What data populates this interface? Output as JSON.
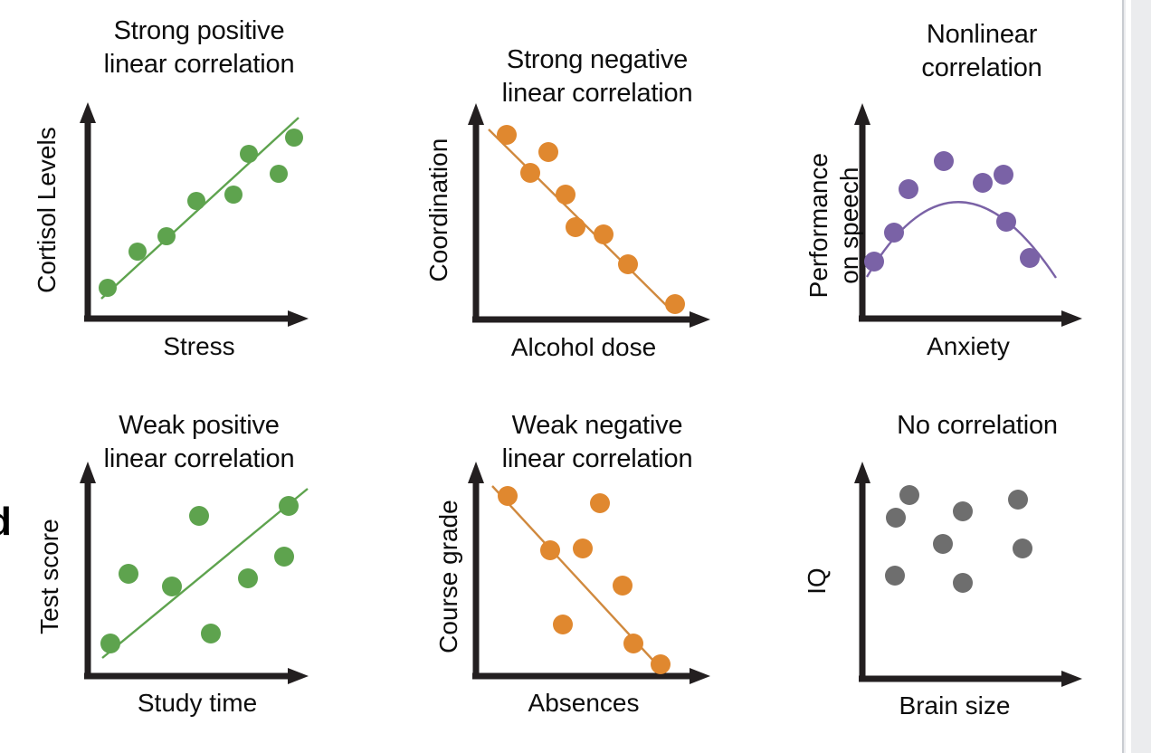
{
  "figure": {
    "background_color": "#ffffff",
    "axis_color": "#231f20",
    "stray_text": "d"
  },
  "colors": {
    "green": "#5ea34e",
    "orange": "#e0882f",
    "purple": "#7a62a6",
    "gray": "#6e6e6e",
    "axis": "#231f20"
  },
  "chart_data": [
    {
      "type": "scatter",
      "title": "Strong positive\nlinear correlation",
      "xlabel": "Stress",
      "ylabel": "Cortisol Levels",
      "point_color": "#5ea34e",
      "trend": "linear-positive",
      "trendline": {
        "x1": 0.06,
        "y1": 0.06,
        "x2": 0.99,
        "y2": 0.94
      },
      "x": [
        0.09,
        0.24,
        0.38,
        0.52,
        0.64,
        0.73,
        0.82,
        0.93
      ],
      "y": [
        0.12,
        0.26,
        0.38,
        0.48,
        0.55,
        0.7,
        0.62,
        0.8
      ],
      "xlim": [
        0,
        1
      ],
      "ylim": [
        0,
        1
      ],
      "grid": false
    },
    {
      "type": "scatter",
      "title": "Strong negative\nlinear correlation",
      "xlabel": "Alcohol dose",
      "ylabel": "Coordination",
      "point_color": "#e0882f",
      "trend": "linear-negative",
      "trendline": {
        "x1": 0.05,
        "y1": 0.96,
        "x2": 0.94,
        "y2": 0.06
      },
      "x": [
        0.1,
        0.26,
        0.18,
        0.33,
        0.36,
        0.47,
        0.56,
        0.72
      ],
      "y": [
        0.92,
        0.84,
        0.74,
        0.64,
        0.52,
        0.49,
        0.36,
        0.13
      ],
      "xlim": [
        0,
        1
      ],
      "ylim": [
        0,
        1
      ],
      "grid": false
    },
    {
      "type": "scatter",
      "title": "Nonlinear\ncorrelation",
      "xlabel": "Anxiety",
      "ylabel": "Performance\non speech",
      "point_color": "#7a62a6",
      "trend": "quadratic-inverted-u",
      "x": [
        0.06,
        0.17,
        0.26,
        0.42,
        0.56,
        0.69,
        0.77,
        0.92
      ],
      "y": [
        0.28,
        0.42,
        0.63,
        0.78,
        0.66,
        0.7,
        0.47,
        0.29
      ],
      "xlim": [
        0,
        1
      ],
      "ylim": [
        0,
        1
      ],
      "grid": false
    },
    {
      "type": "scatter",
      "title": "Weak positive\nlinear correlation",
      "xlabel": "Study time",
      "ylabel": "Test score",
      "point_color": "#5ea34e",
      "trend": "linear-positive",
      "trendline": {
        "x1": 0.03,
        "y1": 0.08,
        "x2": 0.98,
        "y2": 0.95
      },
      "x": [
        0.08,
        0.31,
        0.44,
        0.53,
        0.6,
        0.72,
        0.84,
        0.88
      ],
      "y": [
        0.14,
        0.47,
        0.42,
        0.85,
        0.17,
        0.46,
        0.55,
        0.87
      ],
      "xlim": [
        0,
        1
      ],
      "ylim": [
        0,
        1
      ],
      "grid": false
    },
    {
      "type": "scatter",
      "title": "Weak negative\nlinear correlation",
      "xlabel": "Absences",
      "ylabel": "Course grade",
      "point_color": "#e0882f",
      "trend": "linear-negative",
      "trendline": {
        "x1": 0.05,
        "y1": 0.96,
        "x2": 0.87,
        "y2": 0.1
      },
      "x": [
        0.13,
        0.3,
        0.43,
        0.52,
        0.36,
        0.62,
        0.7,
        0.82
      ],
      "y": [
        0.88,
        0.65,
        0.66,
        0.84,
        0.31,
        0.47,
        0.21,
        0.1
      ],
      "xlim": [
        0,
        1
      ],
      "ylim": [
        0,
        1
      ],
      "grid": false
    },
    {
      "type": "scatter",
      "title": "No correlation",
      "xlabel": "Brain size",
      "ylabel": "IQ",
      "point_color": "#6e6e6e",
      "trend": "none",
      "x": [
        0.1,
        0.23,
        0.33,
        0.45,
        0.47,
        0.47,
        0.75,
        0.8
      ],
      "y": [
        0.44,
        0.85,
        0.65,
        0.15,
        0.44,
        0.73,
        0.26,
        0.83
      ],
      "xlim": [
        0,
        1
      ],
      "ylim": [
        0,
        1
      ],
      "grid": false
    }
  ]
}
